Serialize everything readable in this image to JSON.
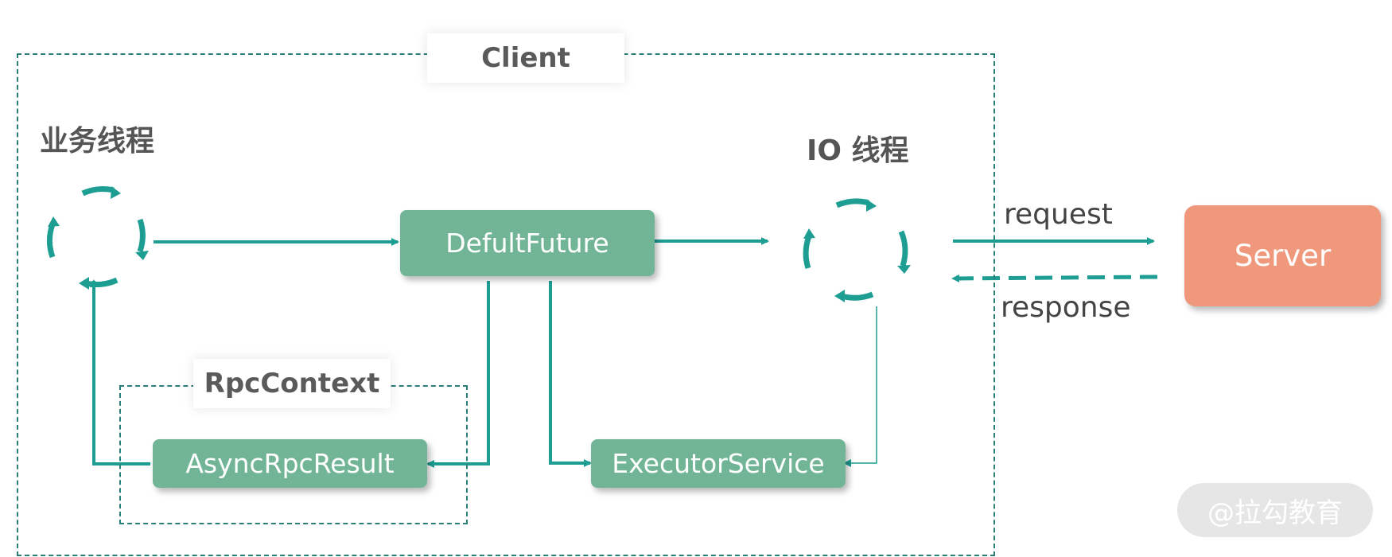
{
  "client": {
    "title": "Client"
  },
  "business_thread": {
    "label": "业务线程"
  },
  "io_thread": {
    "label": "IO 线程"
  },
  "nodes": {
    "default_future": "DefultFuture",
    "async_rpc_result": "AsyncRpcResult",
    "executor_service": "ExecutorService",
    "server": "Server"
  },
  "rpc_context": {
    "title": "RpcContext"
  },
  "messages": {
    "request": "request",
    "response": "response"
  },
  "watermark": "@拉勾教育",
  "colors": {
    "teal": "#1e9e93",
    "node_green": "#72b596",
    "server_orange": "#f0987c",
    "boundary": "#2a7f7a"
  }
}
